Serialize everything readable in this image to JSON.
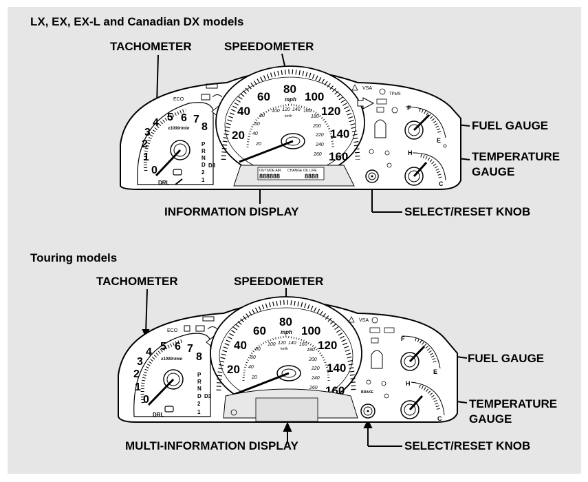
{
  "section1": {
    "title": "LX, EX, EX-L and Canadian DX models",
    "labels": {
      "tachometer": "TACHOMETER",
      "speedometer": "SPEEDOMETER",
      "fuel_gauge": "FUEL GAUGE",
      "temperature_gauge_line1": "TEMPERATURE",
      "temperature_gauge_line2": "GAUGE",
      "display": "INFORMATION DISPLAY",
      "select_reset_knob": "SELECT/RESET KNOB"
    },
    "display_text": {
      "outside_air": "OUTSIDE AIR",
      "change_oil": "CHANGE OIL LIFE",
      "digits_left": "888888",
      "digits_right": "8888"
    }
  },
  "section2": {
    "title": "Touring models",
    "labels": {
      "tachometer": "TACHOMETER",
      "speedometer": "SPEEDOMETER",
      "fuel_gauge": "FUEL GAUGE",
      "temperature_gauge_line1": "TEMPERATURE",
      "temperature_gauge_line2": "GAUGE",
      "display": "MULTI-INFORMATION DISPLAY",
      "select_reset_knob": "SELECT/RESET KNOB"
    }
  },
  "gauge_text": {
    "tach_numbers": [
      "0",
      "1",
      "2",
      "3",
      "4",
      "5",
      "6",
      "7",
      "8"
    ],
    "tach_unit": "x1000r/min",
    "eco": "ECO",
    "drl": "DRL",
    "gears": [
      "P",
      "R",
      "N",
      "D",
      "2",
      "1"
    ],
    "gear_d3": "D3",
    "mph_numbers": [
      "20",
      "40",
      "60",
      "80",
      "100",
      "120",
      "140",
      "160"
    ],
    "mph_unit": "mph",
    "kmh_numbers": [
      "20",
      "40",
      "60",
      "80",
      "100",
      "120",
      "140",
      "160",
      "180",
      "200",
      "220",
      "240",
      "260"
    ],
    "kmh_unit": "km/h",
    "fuel_full": "F",
    "fuel_empty": "E",
    "temp_hot": "H",
    "temp_cold": "C",
    "vsa": "VSA",
    "tpms": "TPMS",
    "brake": "BRAKE"
  },
  "colors": {
    "background": "#e6e6e6",
    "outline": "#000000",
    "dial_face": "#ffffff"
  }
}
